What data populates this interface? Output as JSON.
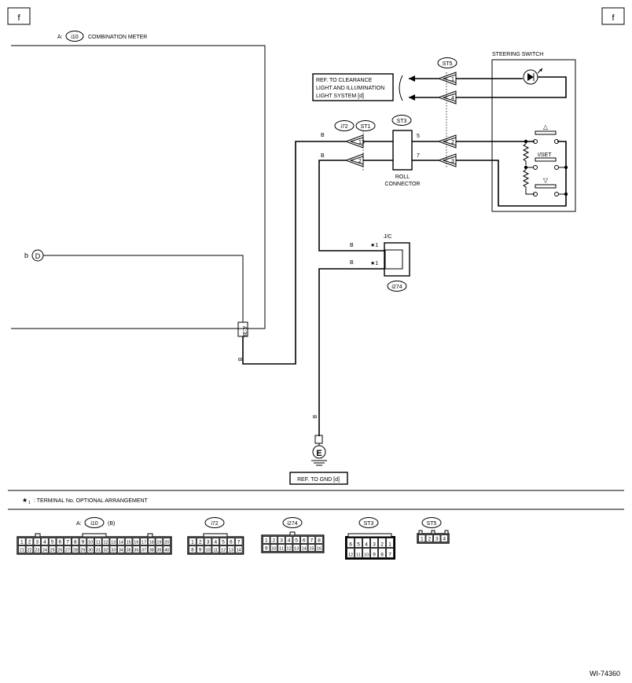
{
  "corner_tag": "f",
  "combination_meter": {
    "prefix": "A:",
    "code": "i10",
    "label": "COMBINATION METER"
  },
  "steering_switch": {
    "label": "STEERING SWITCH",
    "set_label": "I/SET",
    "up_symbol": "△",
    "down_symbol": "▽"
  },
  "ref_clearance": {
    "line1": "REF. TO CLEARANCE",
    "line2": "LIGHT AND ILLUMINATION",
    "line3": "LIGHT SYSTEM [d]"
  },
  "roll_connector": {
    "code": "ST3",
    "line1": "ROLL",
    "line2": "CONNECTOR"
  },
  "connectors": {
    "st5": "ST5",
    "st1": "ST1",
    "i72": "i72",
    "st3": "ST3",
    "i274": "i274",
    "i10": "i10",
    "b_suffix": "(B)"
  },
  "pins": {
    "st5_1": "1",
    "st5_4": "4",
    "st5_2": "2",
    "st5_3": "3",
    "i72_13": "13",
    "i72_2": "2",
    "rc_5": "5",
    "rc_7": "7",
    "a_pin": "A:38"
  },
  "wire_colors": {
    "b": "B"
  },
  "jc": {
    "label": "J/C",
    "star1": "★1",
    "star2": "★1"
  },
  "point_b": {
    "letter": "b",
    "symbol": "D"
  },
  "ground": {
    "symbol": "E",
    "ref": "REF. TO GND [d]"
  },
  "footnote": {
    "star": "★",
    "sub": "1",
    "text": ": TERMINAL No. OPTIONAL ARRANGEMENT"
  },
  "legend": {
    "i10_prefix": "A:",
    "i10_row1": [
      "1",
      "2",
      "3",
      "4",
      "5",
      "6",
      "7",
      "8",
      "9",
      "10",
      "11",
      "12",
      "13",
      "14",
      "15",
      "16",
      "17",
      "18",
      "19",
      "20"
    ],
    "i10_row2": [
      "21",
      "22",
      "23",
      "24",
      "25",
      "26",
      "27",
      "28",
      "29",
      "30",
      "31",
      "32",
      "33",
      "34",
      "35",
      "36",
      "37",
      "38",
      "39",
      "40"
    ],
    "i72_row1": [
      "1",
      "2",
      "3",
      "4",
      "5",
      "6",
      "7"
    ],
    "i72_row2": [
      "8",
      "9",
      "10",
      "11",
      "12",
      "13",
      "14"
    ],
    "i274_row1": [
      "1",
      "2",
      "3",
      "4",
      "5",
      "6",
      "7",
      "8"
    ],
    "i274_row2": [
      "9",
      "10",
      "11",
      "12",
      "13",
      "14",
      "15",
      "16"
    ],
    "st3_row1": [
      "6",
      "5",
      "4",
      "3",
      "2",
      "1"
    ],
    "st3_row2": [
      "12",
      "11",
      "10",
      "9",
      "8",
      "7"
    ],
    "st5_row": [
      "1",
      "2",
      "3",
      "4"
    ]
  },
  "figure_id": "WI-74360"
}
